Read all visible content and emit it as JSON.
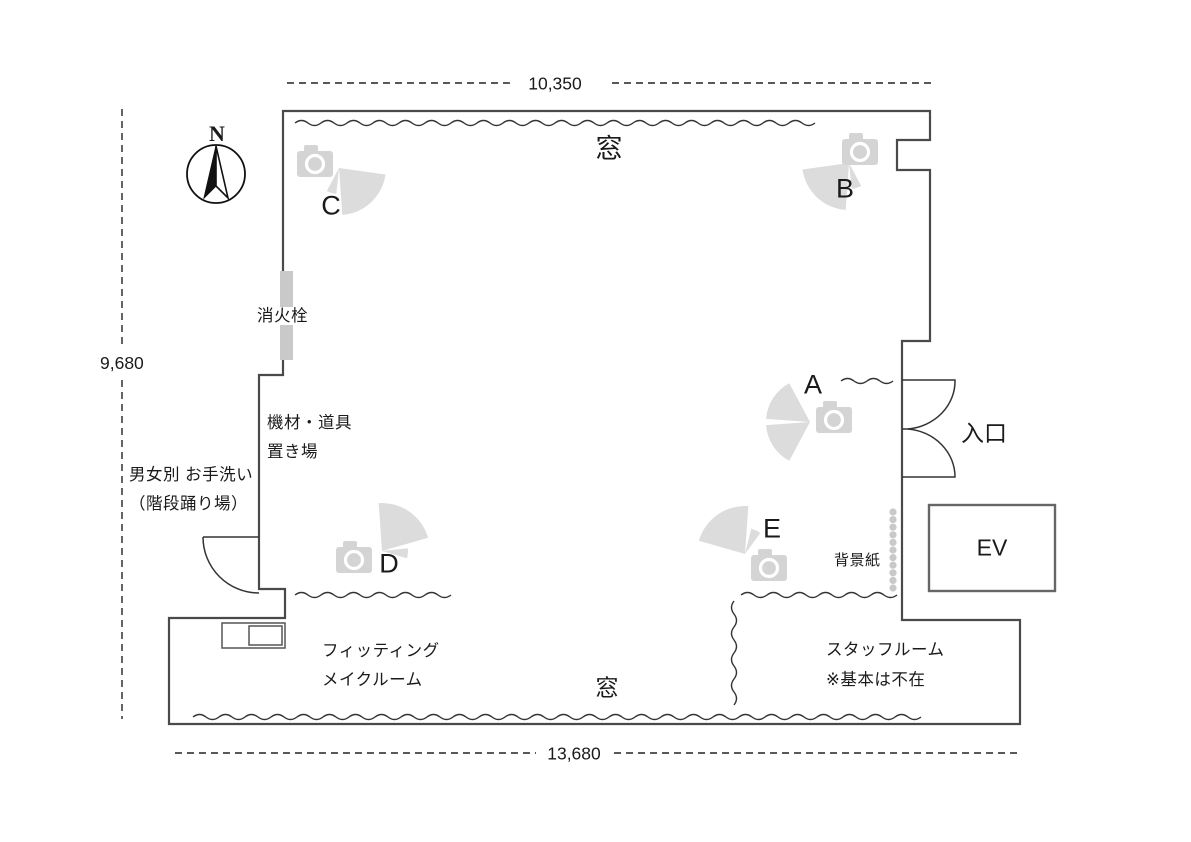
{
  "plan_title": "photo-studio-floor-plan",
  "dimensions": {
    "top": "10,350",
    "left": "9,680",
    "bottom": "13,680"
  },
  "compass": {
    "label": "N"
  },
  "labels": {
    "window_top": "窓",
    "window_bottom": "窓",
    "fire_hydrant": "消火栓",
    "equipment_line1": "機材・道具",
    "equipment_line2": "置き場",
    "restroom_line1": "男女別 お手洗い",
    "restroom_line2": "（階段踊り場）",
    "fitting_line1": "フィッティング",
    "fitting_line2": "メイクルーム",
    "staff_line1": "スタッフルーム",
    "staff_line2": "※基本は不在",
    "background_paper": "背景紙",
    "entrance": "入口",
    "elevator": "EV"
  },
  "cameras": [
    {
      "label": "A"
    },
    {
      "label": "B"
    },
    {
      "label": "C"
    },
    {
      "label": "D"
    },
    {
      "label": "E"
    }
  ],
  "colors": {
    "wall": "#4a4a4a",
    "line": "#333333",
    "fan_gray": "#dcdcdc",
    "camera_gray": "#d4d4d4",
    "hydrant_gray": "#c9c9c9",
    "dot_gray": "#c9c9c9",
    "text": "#1a1a1a"
  }
}
